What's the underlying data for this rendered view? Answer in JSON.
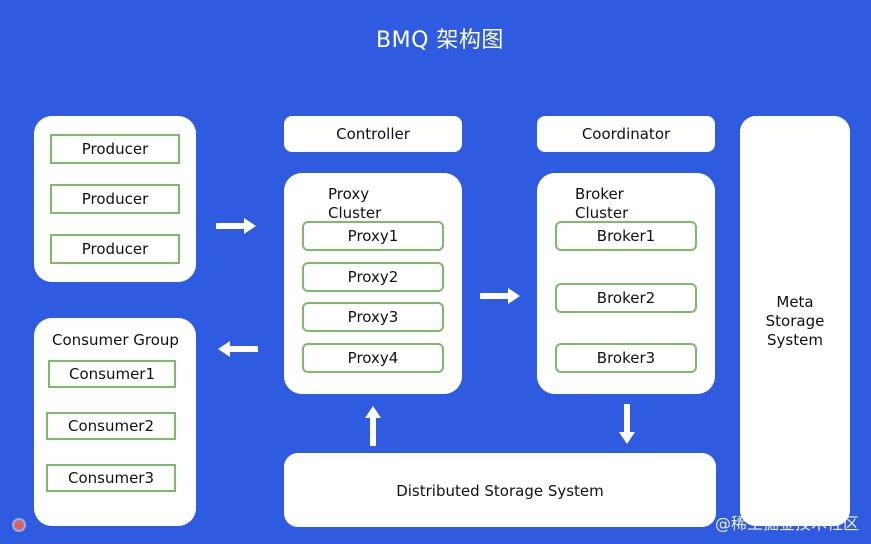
{
  "title": "BMQ 架构图",
  "producers": {
    "items": [
      "Producer",
      "Producer",
      "Producer"
    ]
  },
  "consumer_group": {
    "label": "Consumer Group",
    "items": [
      "Consumer1",
      "Consumer2",
      "Consumer3"
    ]
  },
  "controller": {
    "label": "Controller"
  },
  "coordinator": {
    "label": "Coordinator"
  },
  "proxy_cluster": {
    "label": "Proxy\nCluster",
    "items": [
      "Proxy1",
      "Proxy2",
      "Proxy3",
      "Proxy4"
    ]
  },
  "broker_cluster": {
    "label": "Broker\nCluster",
    "items": [
      "Broker1",
      "Broker2",
      "Broker3"
    ]
  },
  "meta_storage": {
    "label": "Meta\nStorage\nSystem"
  },
  "distributed_storage": {
    "label": "Distributed Storage System"
  },
  "watermark": {
    "text": "@稀土掘金技术社区"
  }
}
